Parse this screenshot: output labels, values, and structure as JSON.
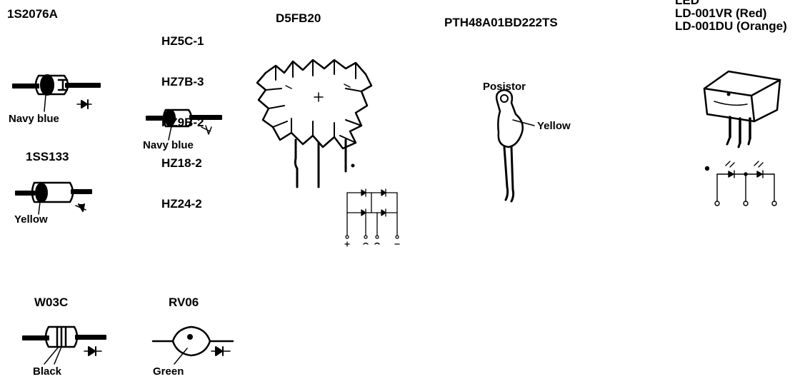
{
  "parts": {
    "s2076a": {
      "title": "1S2076A",
      "color_label": "Navy blue"
    },
    "hz": {
      "titles": [
        "HZ5C-1",
        "HZ7B-3",
        "HZ9B-2",
        "HZ18-2",
        "HZ24-2"
      ],
      "color_label": "Navy blue"
    },
    "d5fb20": {
      "title": "D5FB20"
    },
    "pth": {
      "title": "PTH48A01BD222TS",
      "sub_label": "Posistor",
      "color_label": "Yellow"
    },
    "led": {
      "title_partial": "LED",
      "titles": [
        "LD-001VR (Red)",
        "LD-001DU (Orange)"
      ]
    },
    "ss133": {
      "title": "1SS133",
      "color_label": "Yellow"
    },
    "w03c": {
      "title": "W03C",
      "color_label": "Black"
    },
    "rv06": {
      "title": "RV06",
      "color_label": "Green"
    }
  },
  "colors": {
    "ink": "#000000",
    "paper": "#ffffff"
  }
}
